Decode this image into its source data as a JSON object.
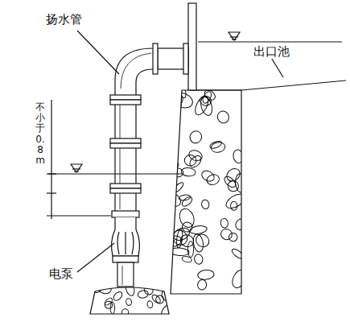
{
  "diagram": {
    "labels": [
      "扬水管",
      "出口池",
      "不小于0.8m",
      "电泵"
    ]
  }
}
